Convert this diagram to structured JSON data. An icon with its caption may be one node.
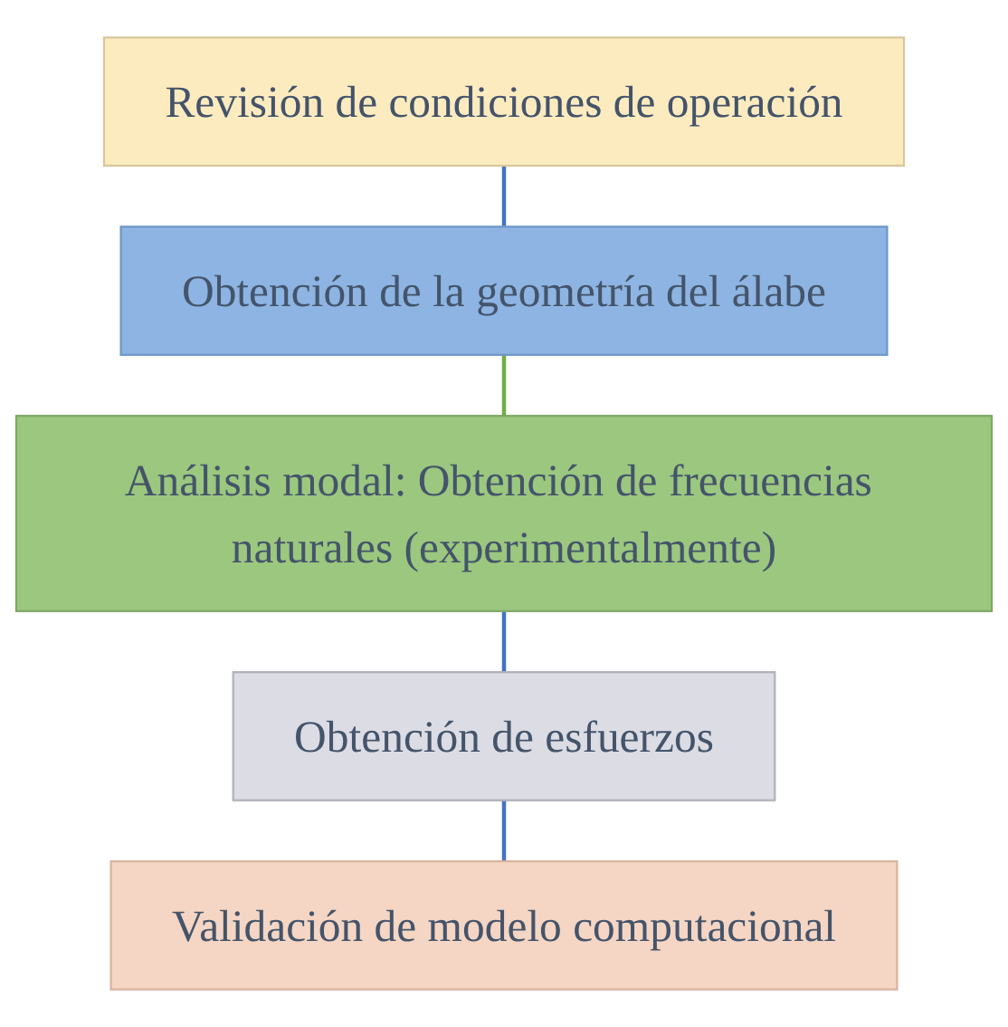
{
  "diagram": {
    "nodes": [
      {
        "text": [
          "Revisión de condiciones de operación"
        ]
      },
      {
        "text": [
          "Obtención de la geometría del álabe"
        ]
      },
      {
        "text": [
          "Análisis modal: Obtención de frecuencias naturales (experimentalmente)"
        ]
      },
      {
        "text": [
          "Obtención de esfuerzos"
        ]
      },
      {
        "text": [
          "Validación de modelo computacional"
        ]
      }
    ],
    "edges": [
      {
        "from": 0,
        "to": 1,
        "arrow": "none"
      },
      {
        "from": 1,
        "to": 2,
        "arrow": "none",
        "color": "#70ad47"
      },
      {
        "from": 2,
        "to": 3,
        "arrow": "none"
      },
      {
        "from": 3,
        "to": 4,
        "arrow": "none"
      }
    ]
  }
}
